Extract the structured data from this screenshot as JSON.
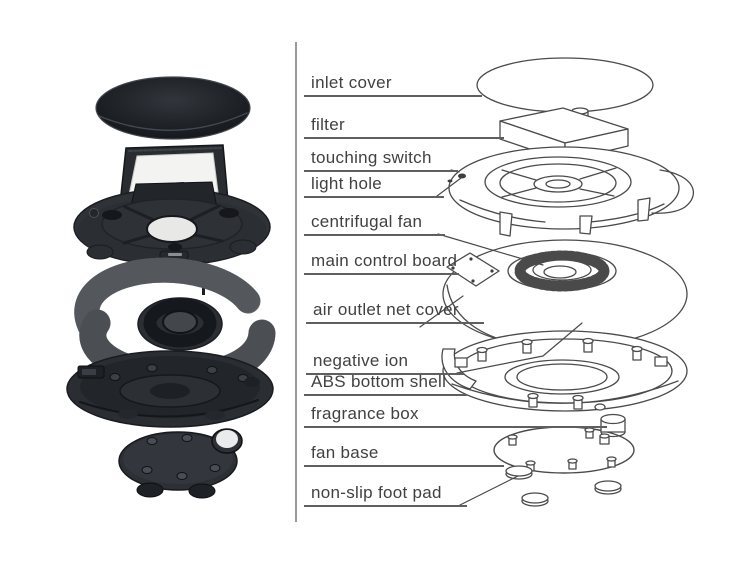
{
  "labels": [
    "inlet cover",
    "filter",
    "touching switch",
    "light hole",
    "centrifugal fan",
    "main control board",
    "air outlet net cover",
    "negative ion",
    "ABS bottom shell",
    "fragrance box",
    "fan base",
    "non-slip foot pad"
  ],
  "colors": {
    "background": "#ffffff",
    "label_text": "#414141",
    "label_underline": "#5f5f5f",
    "drawing_line": "#4a4a4a",
    "divider_line": "#9a9a9a",
    "photo_dark_plastic": "#2c3035",
    "photo_mesh_gray": "#62666a",
    "photo_filter_white": "#f3f3f1"
  }
}
